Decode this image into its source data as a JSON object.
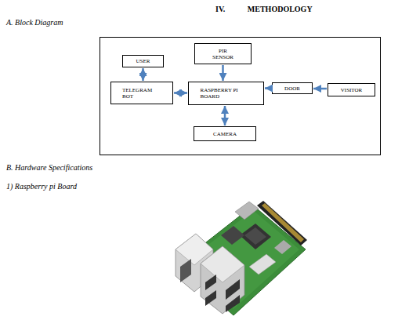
{
  "diagram": {
    "nodes": [
      {
        "text": [
          "PIR SENSOR"
        ]
      },
      {
        "text": [
          "USER"
        ]
      },
      {
        "text": [
          "TELEGRAM BOT"
        ]
      },
      {
        "text": [
          "RASPBERRY PI BOARD"
        ]
      },
      {
        "text": [
          "DOOR"
        ]
      },
      {
        "text": [
          "VISITOR"
        ]
      },
      {
        "text": [
          "CAMERA"
        ]
      }
    ],
    "edges": [
      {
        "from": 1,
        "to": 2,
        "arrow": "both"
      },
      {
        "from": 2,
        "to": 3,
        "arrow": "both"
      },
      {
        "from": 0,
        "to": 3,
        "arrow": "to"
      },
      {
        "from": 4,
        "to": 3,
        "arrow": "to"
      },
      {
        "from": 5,
        "to": 4,
        "arrow": "to"
      },
      {
        "from": 3,
        "to": 6,
        "arrow": "both"
      }
    ],
    "labels": [
      "IV. METHODOLOGY",
      "A. Block Diagram",
      "B. Hardware Specifications",
      "1) Raspberry pi Board"
    ]
  }
}
